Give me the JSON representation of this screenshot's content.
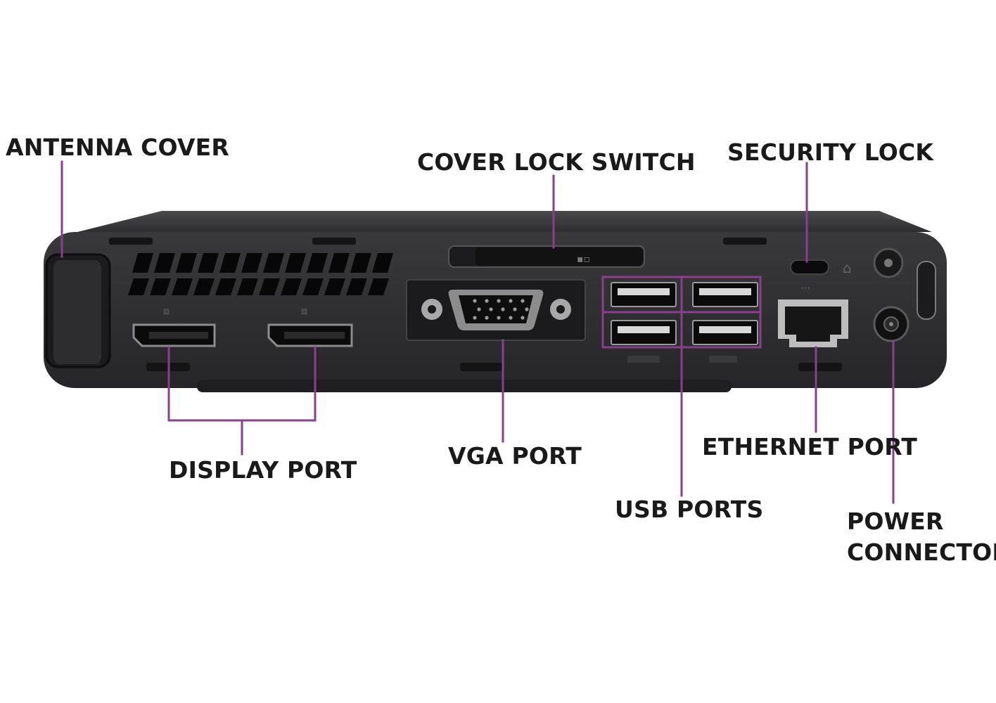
{
  "labels": {
    "antenna_cover": "ANTENNA COVER",
    "cover_lock_switch": "COVER LOCK SWITCH",
    "security_lock": "SECURITY LOCK",
    "display_port": "DISPLAY PORT",
    "vga_port": "VGA PORT",
    "ethernet_port": "ETHERNET PORT",
    "usb_ports": "USB PORTS",
    "power_connector_line1": "POWER",
    "power_connector_line2": "CONNECTOR"
  },
  "colors": {
    "callout_line": "#8a3f8e",
    "chassis": "#2b2b2d",
    "chassis_top": "#3c3c3e",
    "port_dark": "#0d0d0d",
    "label_text": "#1a1a1a"
  }
}
